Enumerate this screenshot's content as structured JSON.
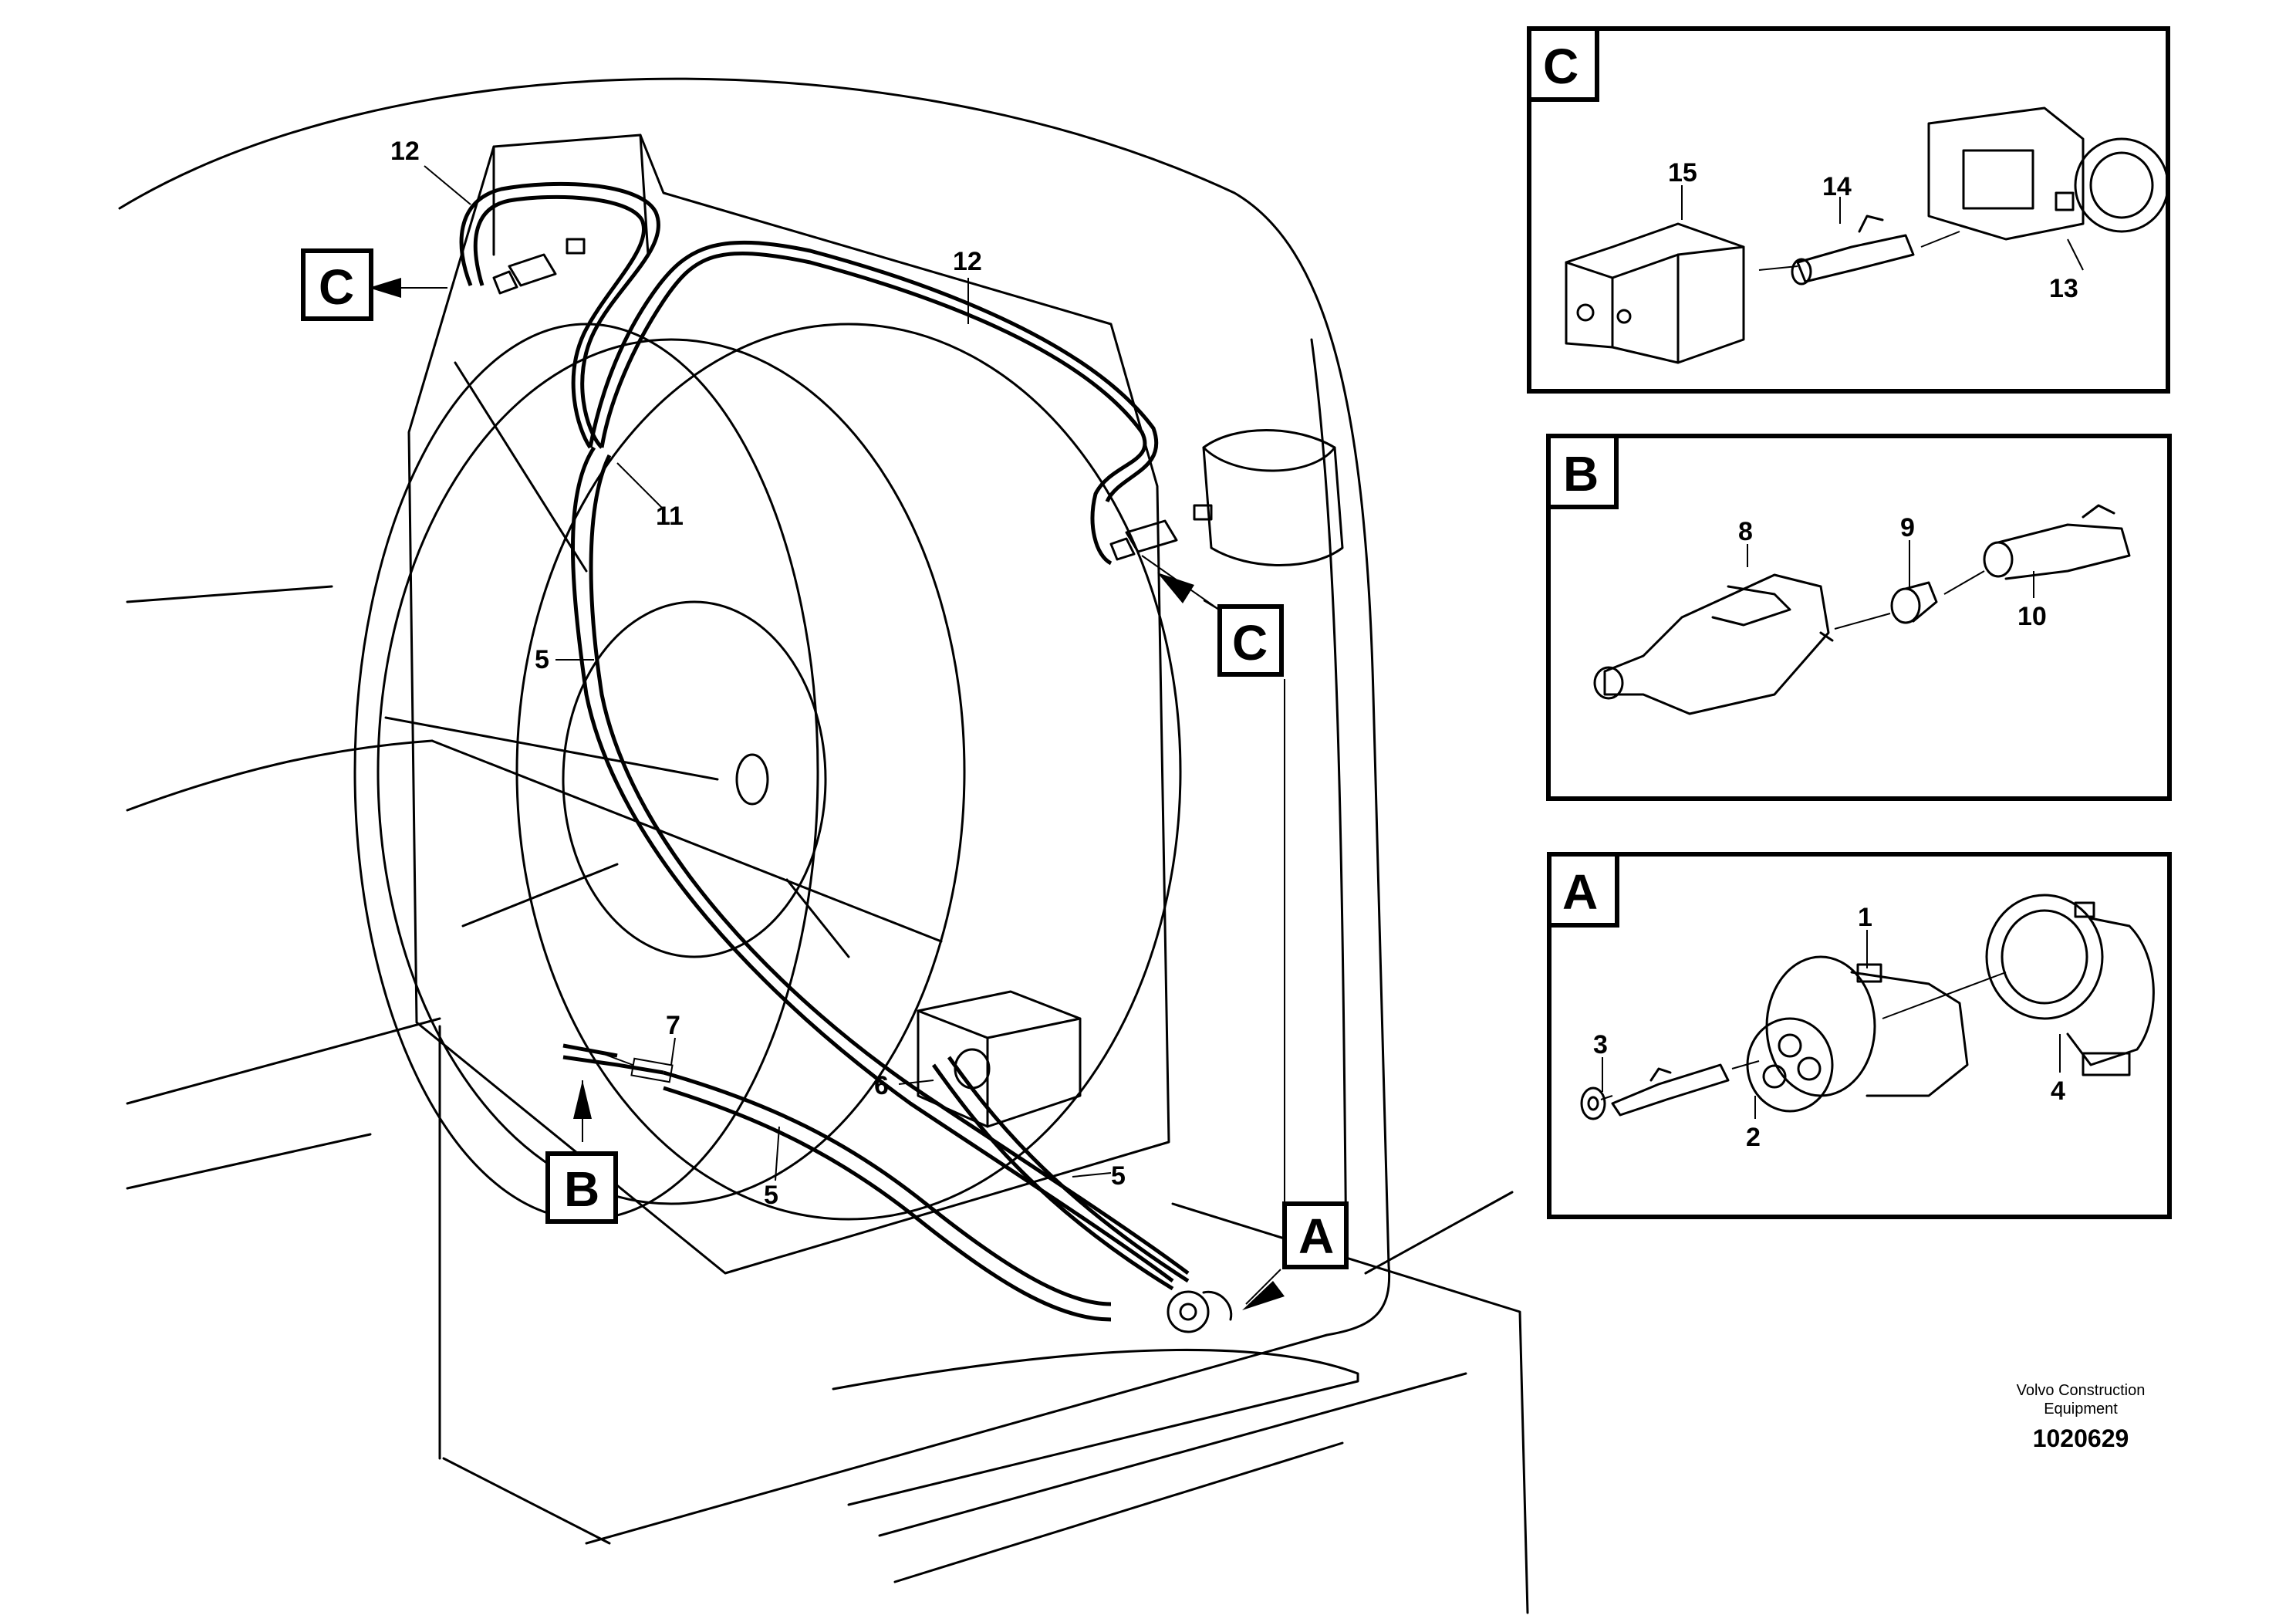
{
  "diagram": {
    "main_callouts": {
      "c12_left": "12",
      "c12_top": "12",
      "c11": "11",
      "c5_upper": "5",
      "c5_lower": "5",
      "c5_right": "5",
      "c7": "7",
      "c6": "6"
    },
    "main_view_labels": {
      "c_left": "C",
      "c_right": "C",
      "b": "B",
      "a": "A"
    },
    "detail_c": {
      "label": "C",
      "parts": {
        "p15": "15",
        "p14": "14",
        "p13": "13"
      }
    },
    "detail_b": {
      "label": "B",
      "parts": {
        "p8": "8",
        "p9": "9",
        "p10": "10"
      }
    },
    "detail_a": {
      "label": "A",
      "parts": {
        "p1": "1",
        "p2": "2",
        "p3": "3",
        "p4": "4"
      }
    },
    "credit": {
      "line1": "Volvo Construction",
      "line2": "Equipment",
      "code": "1020629"
    }
  }
}
